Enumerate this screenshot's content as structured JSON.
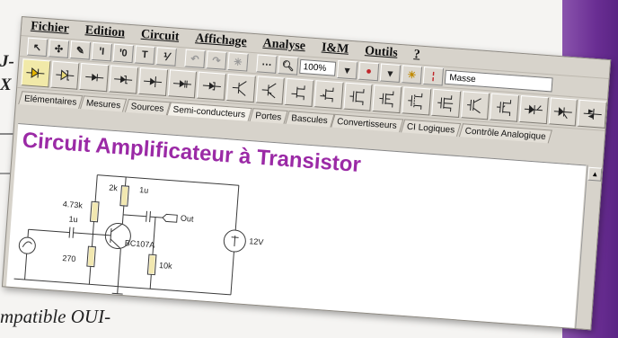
{
  "magazine": {
    "line1": "J-",
    "line2": "X",
    "line3": "mpatible OUI-"
  },
  "menu": {
    "items": [
      "Fichier",
      "Edition",
      "Circuit",
      "Affichage",
      "Analyse",
      "I&M",
      "Outils",
      "?"
    ]
  },
  "toolbar": {
    "zoom": "100%",
    "net_select": "Masse"
  },
  "tabs": [
    "Elémentaires",
    "Mesures",
    "Sources",
    "Semi-conducteurs",
    "Portes",
    "Bascules",
    "Convertisseurs",
    "CI Logiques",
    "Contrôle Analogique"
  ],
  "canvas": {
    "title": "Circuit Amplificateur à Transistor",
    "labels": {
      "r_collector": "2k",
      "c_out": "1u",
      "r_bias_top": "4.73k",
      "c_in": "1u",
      "transistor": "BC107A",
      "r_bias_bottom": "270",
      "r_load": "10k",
      "out": "Out",
      "supply": "12V"
    }
  },
  "colors": {
    "title": "#9b2aa6",
    "accent_band": "#6a2e93",
    "component_active": "#f1e9a8"
  }
}
